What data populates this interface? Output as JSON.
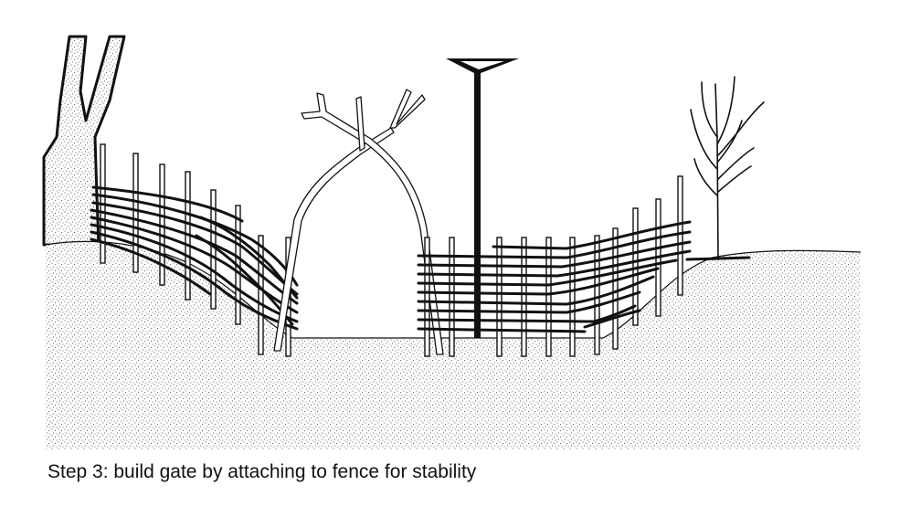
{
  "caption": "Step 3: build gate by attaching to fence for stability",
  "illustration": {
    "elements": [
      "tree-trunk",
      "left-wattle-fence",
      "arched-willow-gate",
      "forked-post",
      "right-wattle-fence",
      "bare-sapling",
      "ground"
    ],
    "colors": {
      "ink": "#111111",
      "ground_dots": "#333333",
      "background": "#ffffff"
    }
  }
}
